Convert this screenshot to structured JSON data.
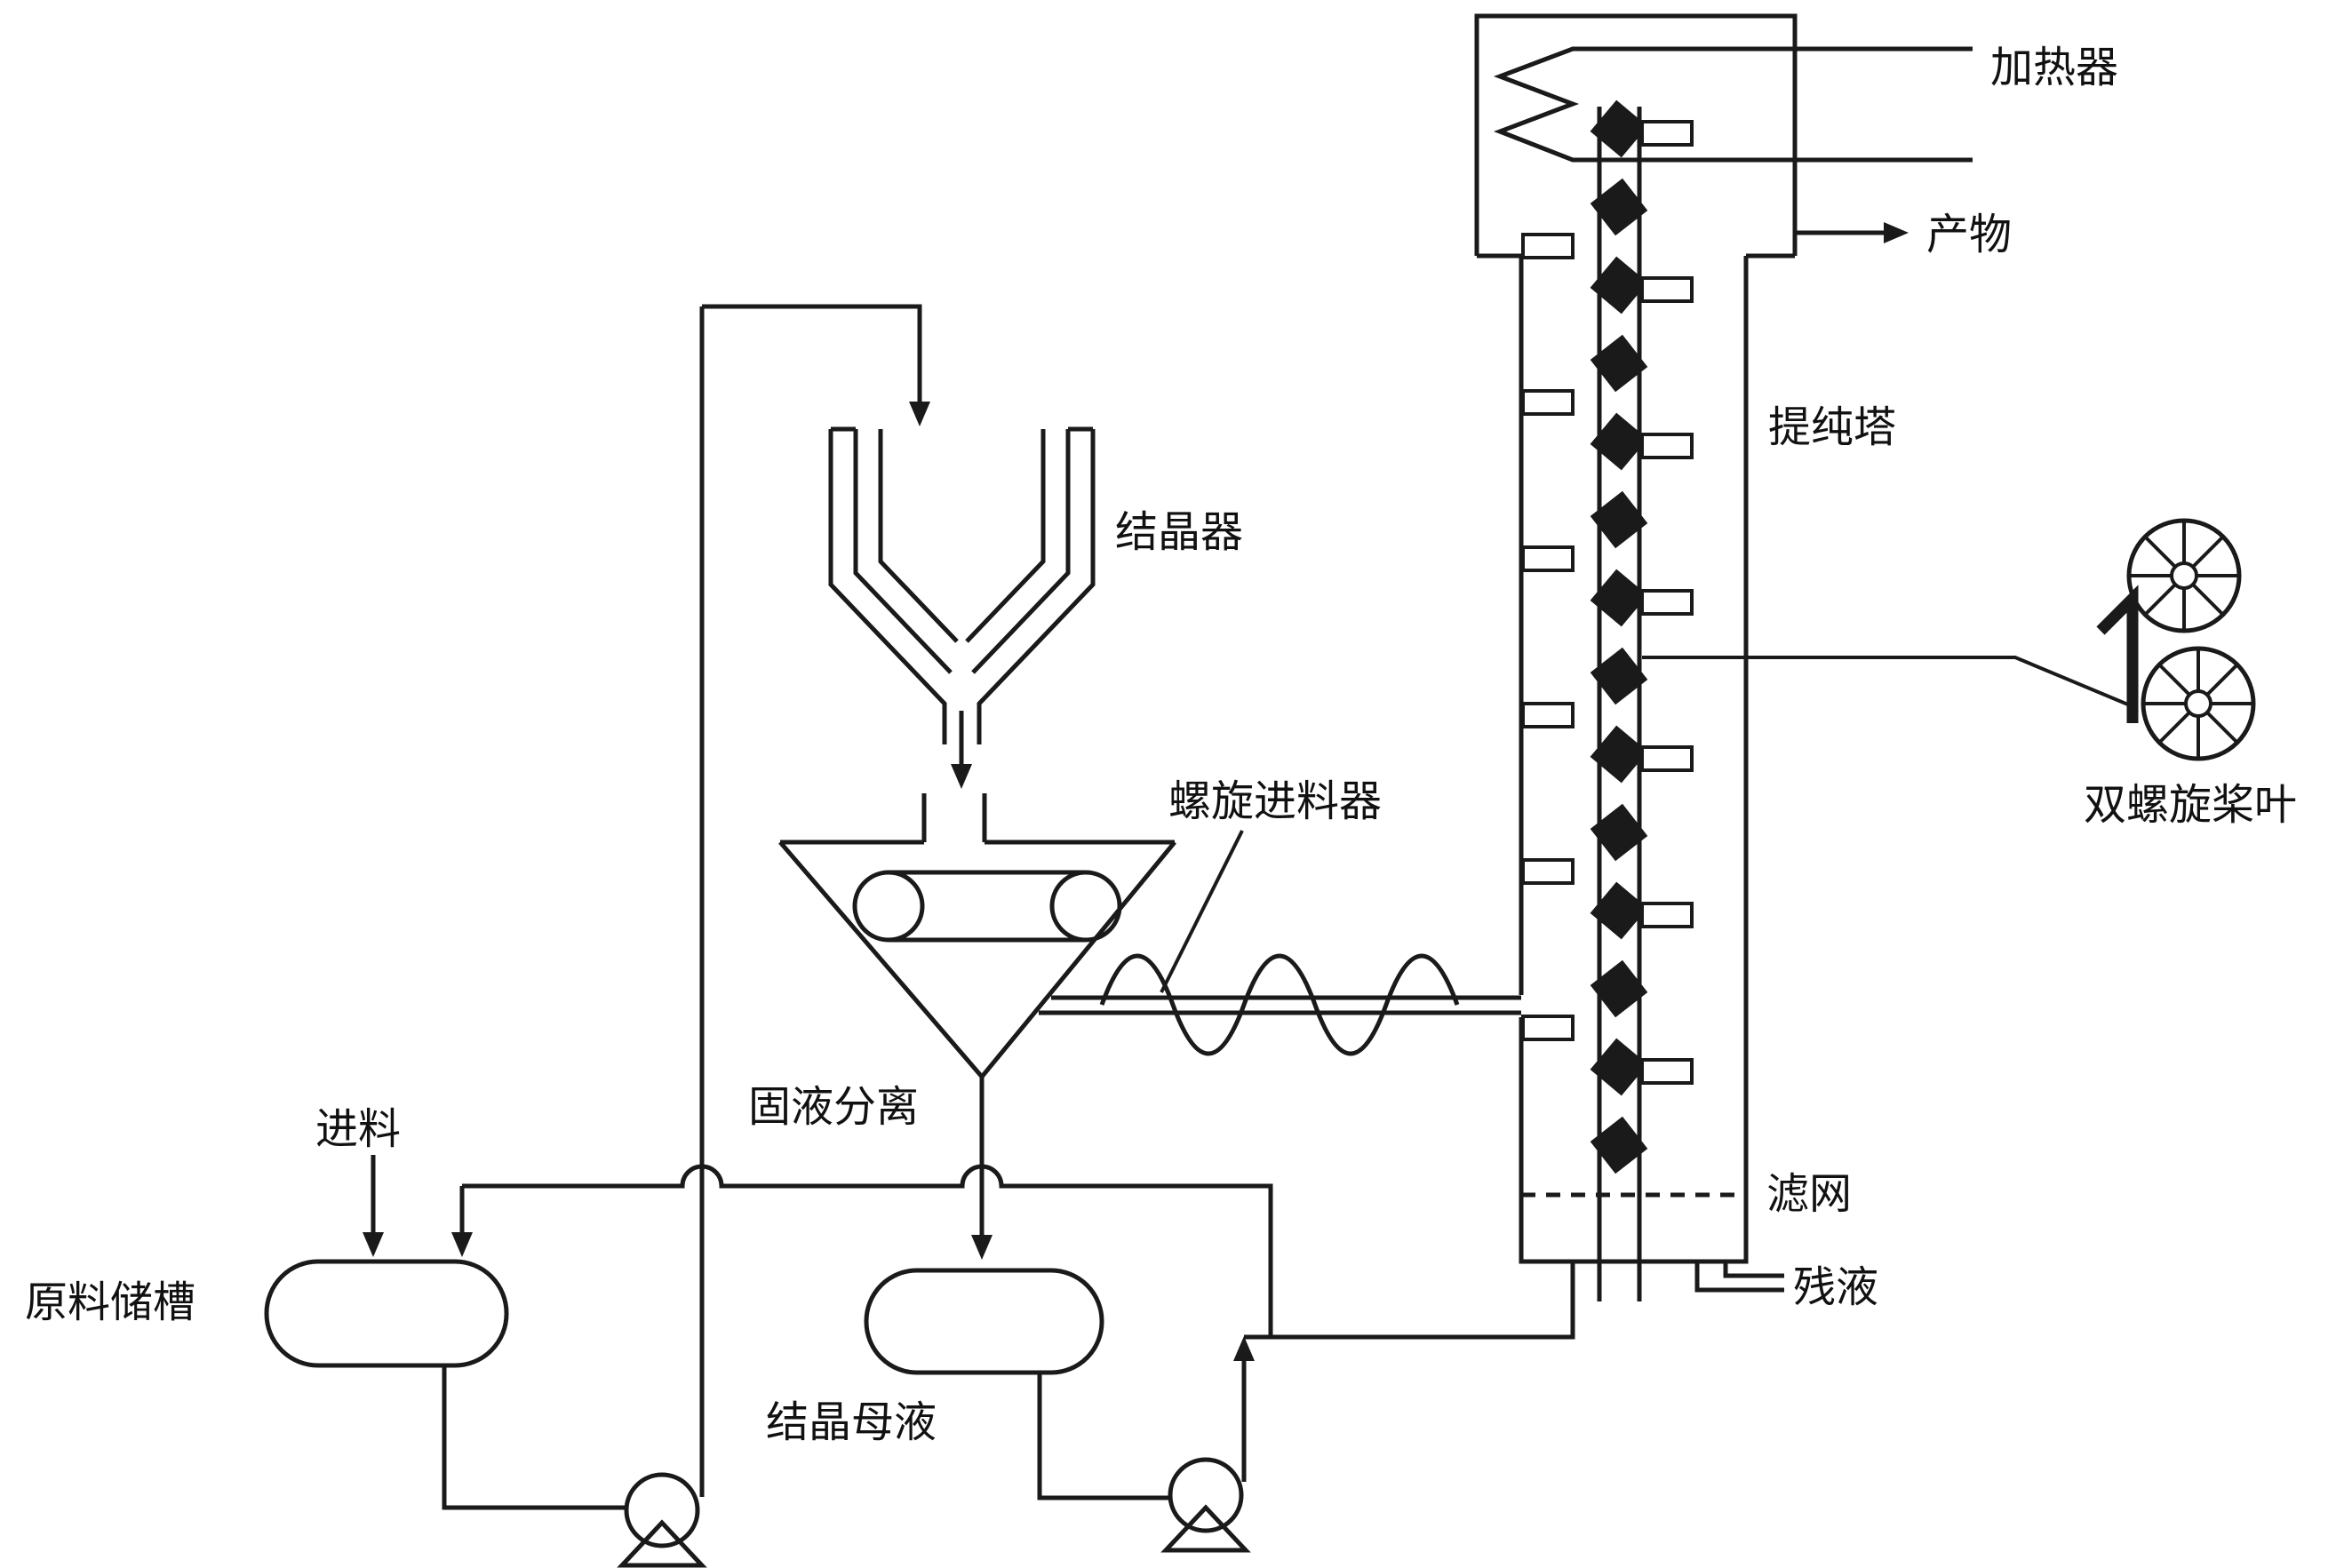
{
  "diagram": {
    "type": "process-flow",
    "labels": {
      "heater": "加热器",
      "product": "产物",
      "purification_tower": "提纯塔",
      "double_screw_paddle": "双螺旋桨叶",
      "crystallizer": "结晶器",
      "screw_feeder": "螺旋进料器",
      "solid_liquid_separation": "固液分离",
      "feed": "进料",
      "raw_material_tank": "原料储槽",
      "crystallization_mother_liquor": "结晶母液",
      "filter_screen": "滤网",
      "residual_liquid": "残液"
    },
    "colors": {
      "line": "#1a1a1a",
      "background": "#ffffff",
      "blade_fill": "#1a1a1a"
    }
  }
}
